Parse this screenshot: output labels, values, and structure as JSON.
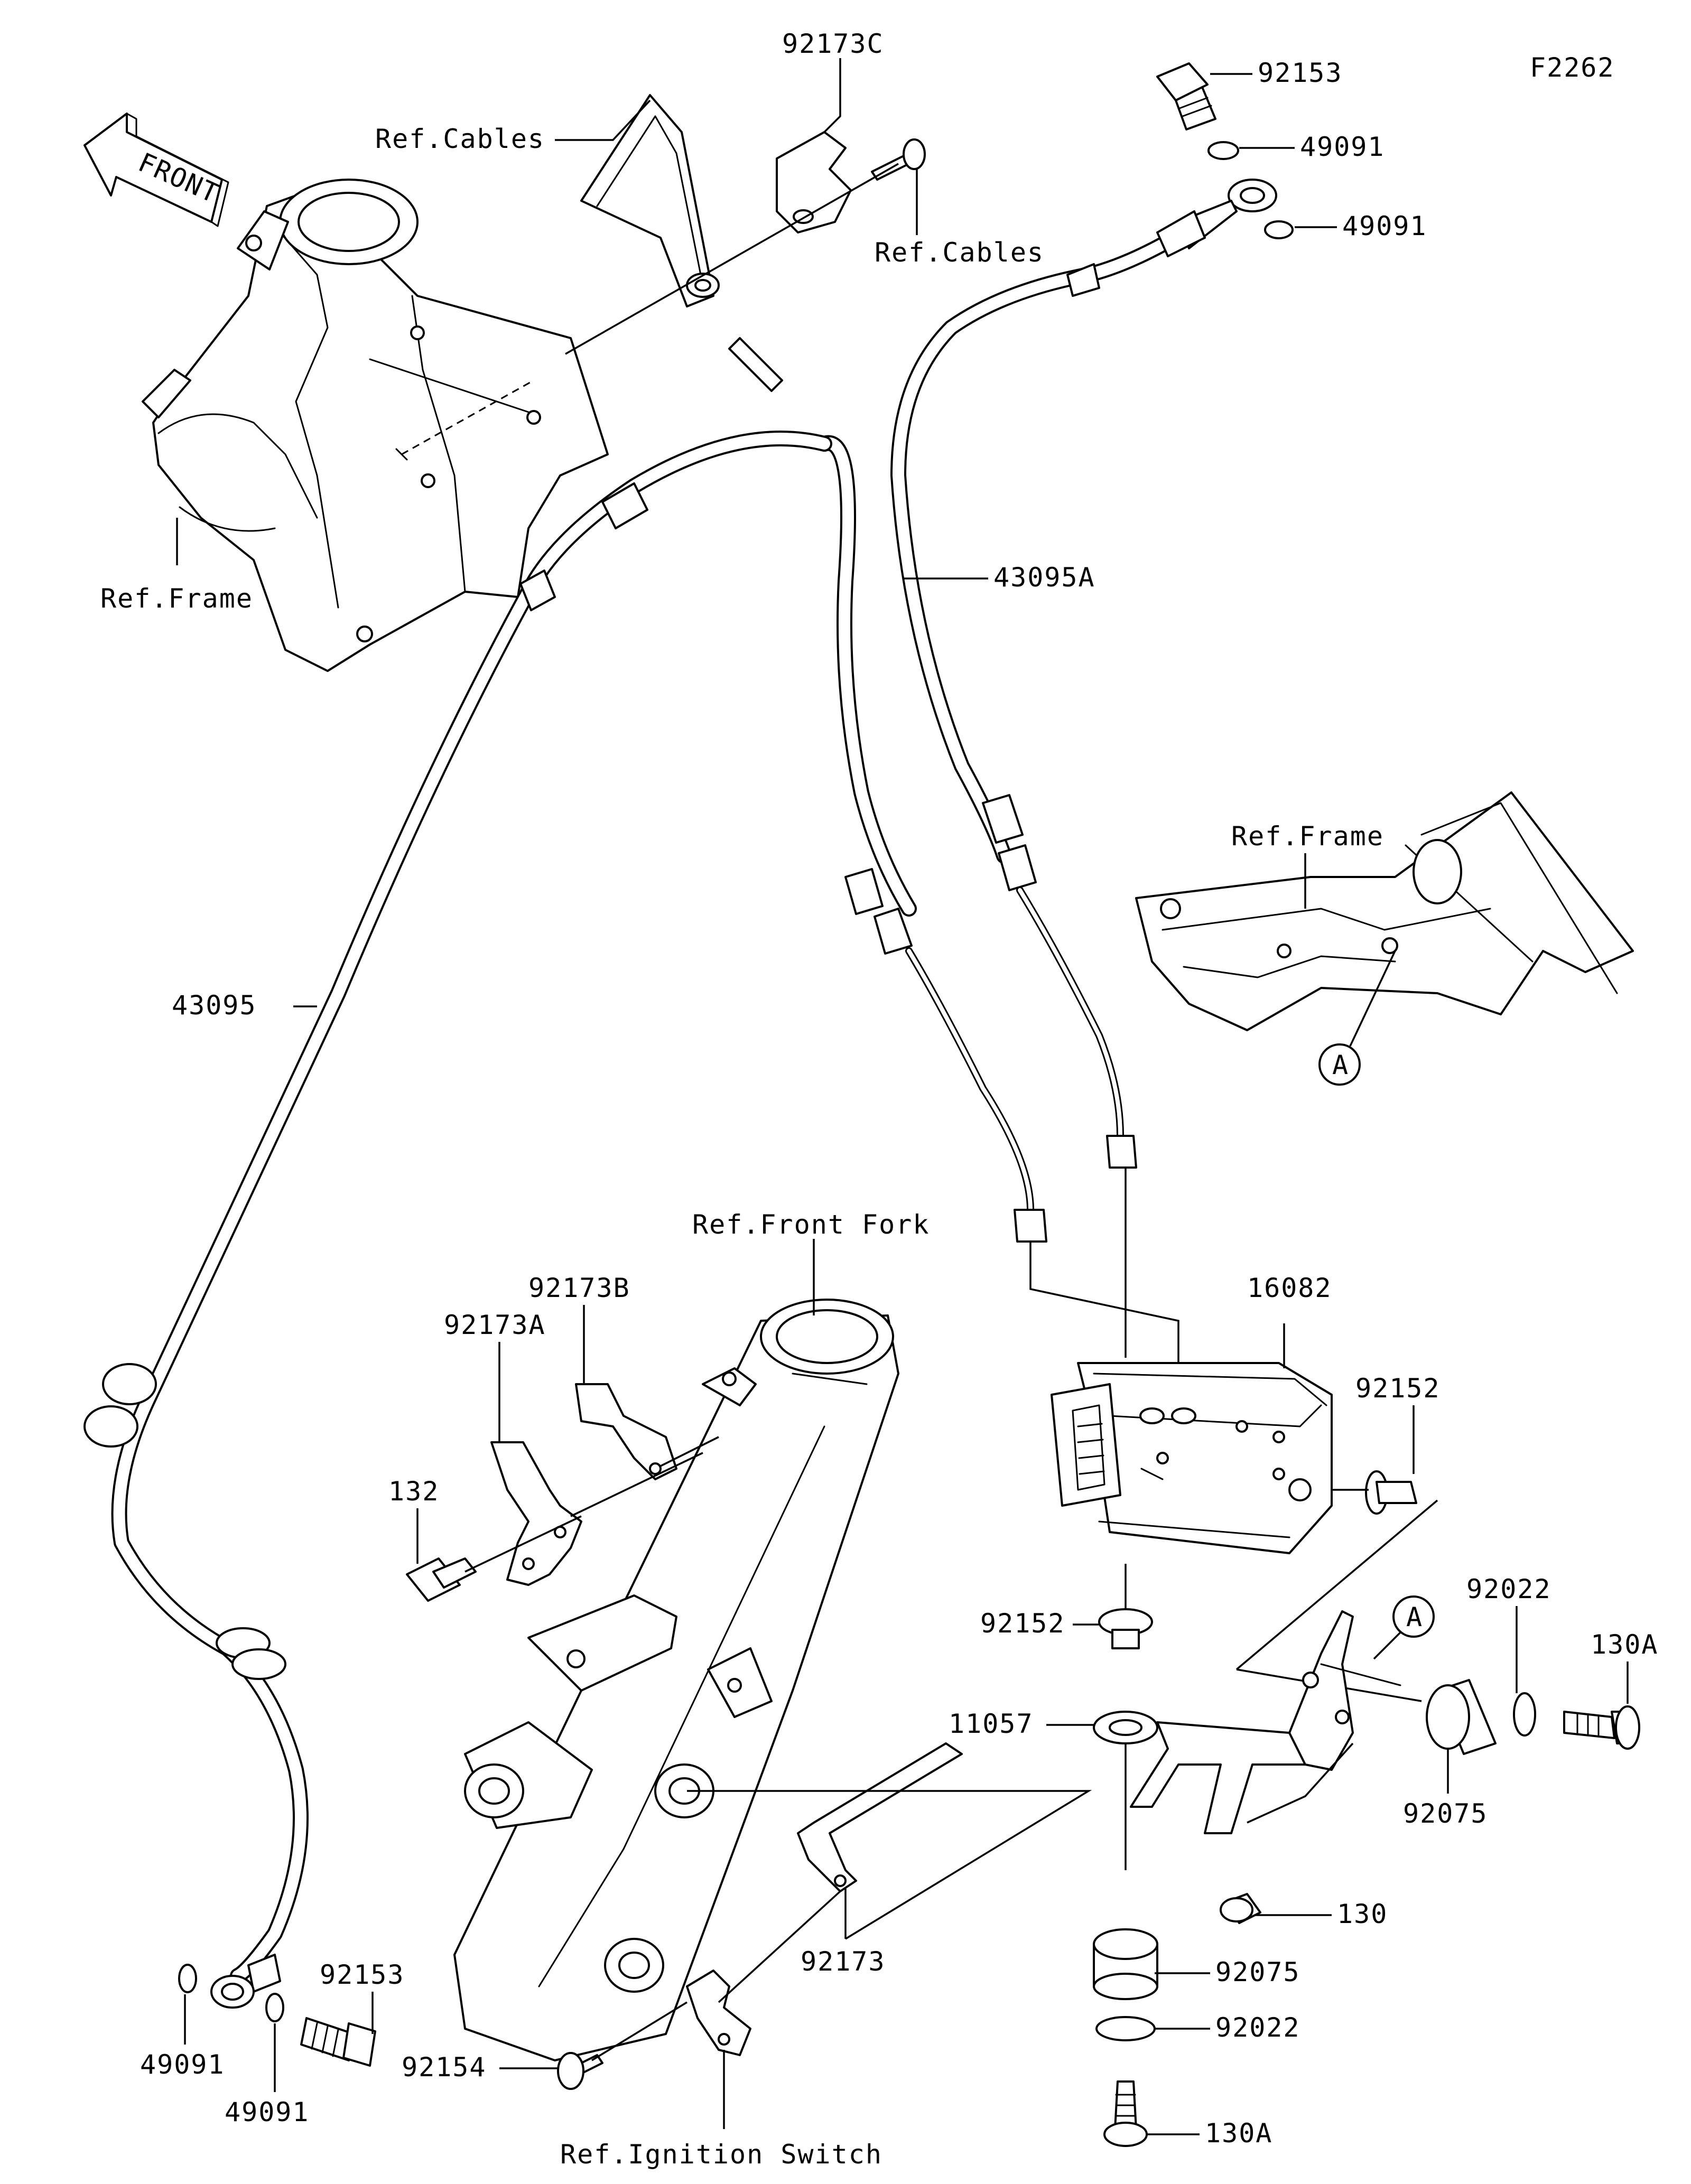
{
  "diagram_id": "F2262",
  "front_arrow_text": "FRONT",
  "callout_letter": "A",
  "labels": {
    "p92173C": "92173C",
    "ref_cables_top": "Ref.Cables",
    "ref_cables_right": "Ref.Cables",
    "p92153_top": "92153",
    "p49091_top1": "49091",
    "p49091_top2": "49091",
    "ref_frame_left": "Ref.Frame",
    "p43095A": "43095A",
    "ref_frame_right": "Ref.Frame",
    "p43095": "43095",
    "ref_front_fork": "Ref.Front Fork",
    "p92173B": "92173B",
    "p92173A": "92173A",
    "p16082": "16082",
    "p92152_right": "92152",
    "p132": "132",
    "p92152_mid": "92152",
    "p92022_right": "92022",
    "p130A_right": "130A",
    "p11057": "11057",
    "p92075_right": "92075",
    "p130": "130",
    "p92153_bottom": "92153",
    "p92075_bottom": "92075",
    "p92173": "92173",
    "p92022_bottom": "92022",
    "p49091_bl1": "49091",
    "p49091_bl2": "49091",
    "p92154": "92154",
    "p130A_bottom": "130A",
    "ref_ignition": "Ref.Ignition Switch"
  }
}
